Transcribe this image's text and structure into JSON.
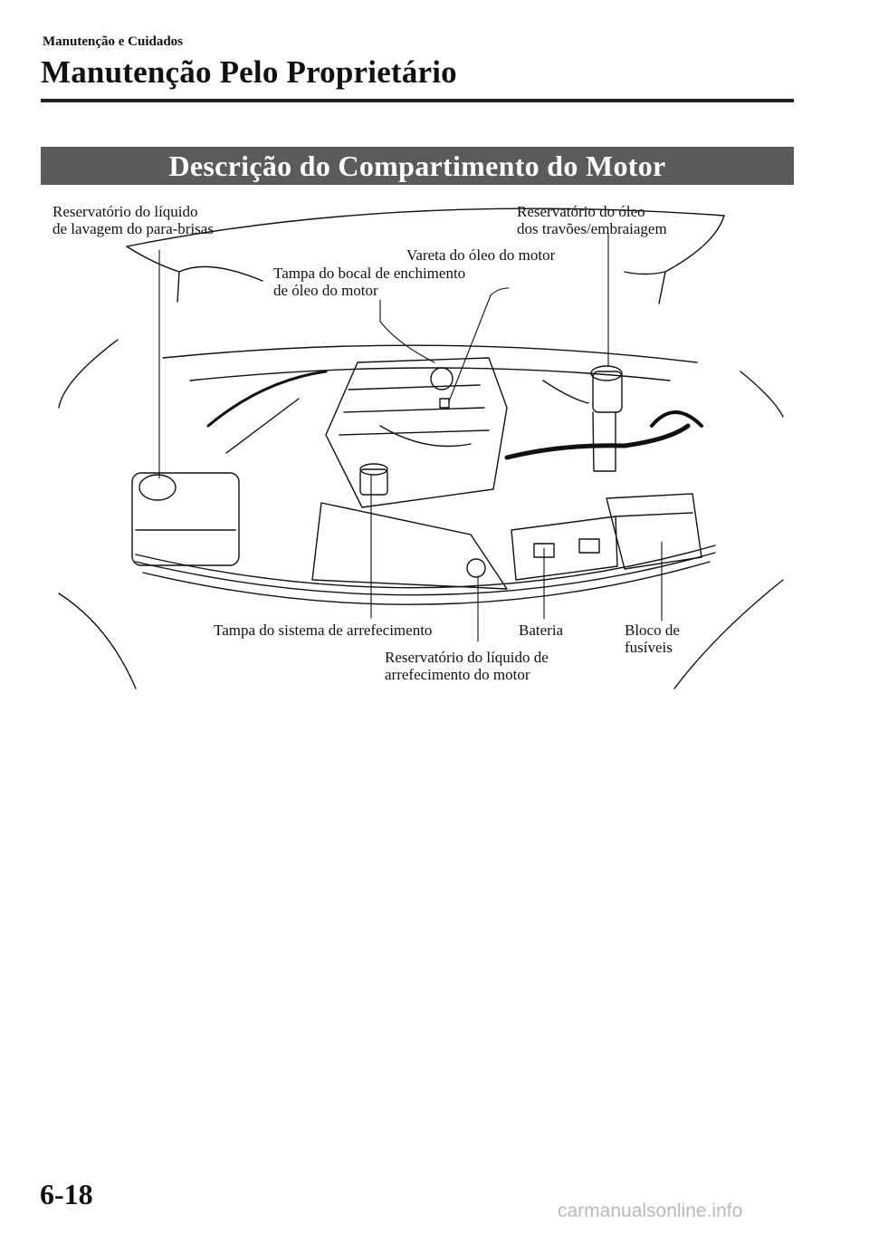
{
  "header": {
    "section": "Manutenção e Cuidados",
    "title": "Manutenção Pelo Proprietário"
  },
  "banner": {
    "title": "Descrição do Compartimento do Motor"
  },
  "diagram": {
    "labels": {
      "washer_line1": "Reservatório do líquido",
      "washer_line2": "de lavagem do para-brisas",
      "brake_line1": "Reservatório do óleo",
      "brake_line2": "dos travões/embraiagem",
      "dipstick": "Vareta do óleo do motor",
      "oilcap_line1": "Tampa do bocal de enchimento",
      "oilcap_line2": "de óleo do motor",
      "radcap": "Tampa do sistema de arrefecimento",
      "battery": "Bateria",
      "fuse_line1": "Bloco de",
      "fuse_line2": "fusíveis",
      "coolant_line1": "Reservatório do líquido de",
      "coolant_line2": "arrefecimento do motor"
    }
  },
  "footer": {
    "page_number": "6-18",
    "watermark": "carmanualsonline.info"
  }
}
